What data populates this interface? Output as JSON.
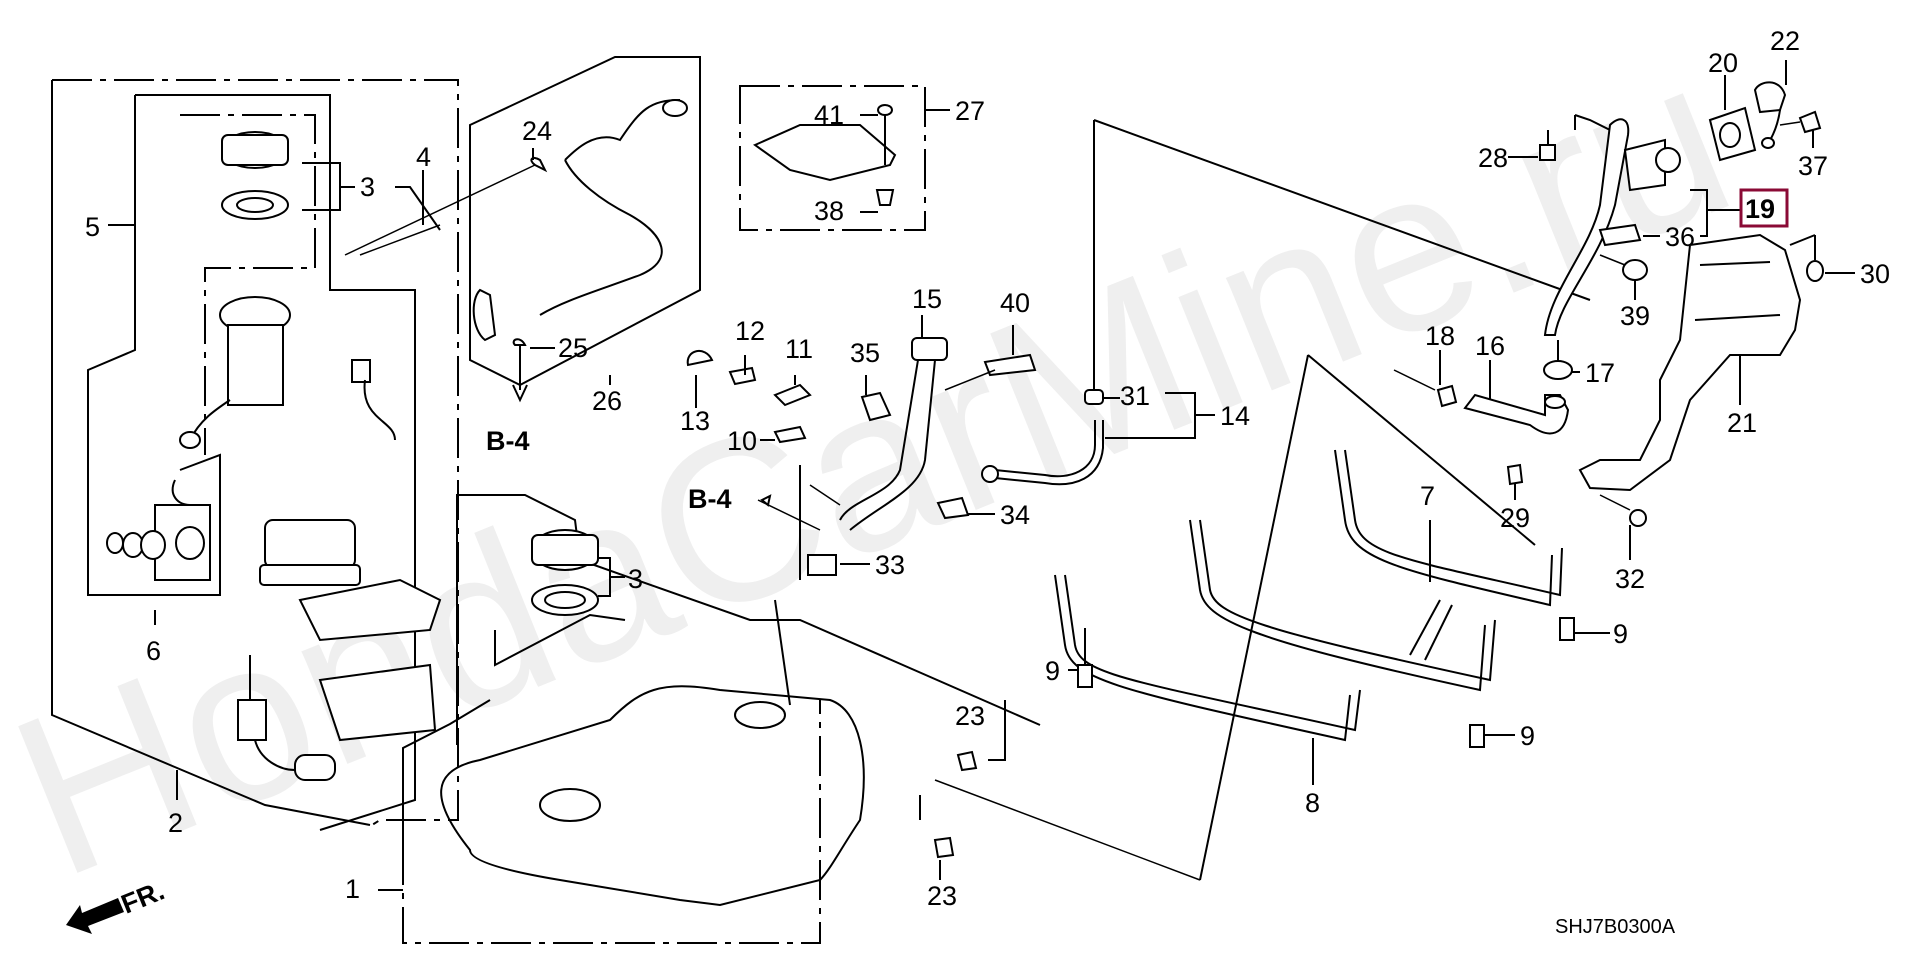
{
  "diagram": {
    "title": "Fuel Tank Assembly Parts Diagram",
    "diagram_code": "SHJ7B0300A",
    "watermark_text": "HondaCarMine.ru",
    "front_indicator": "FR.",
    "section_ref": "B-4",
    "highlight_color": "#8a0a35",
    "highlighted_part": "19",
    "callouts": {
      "p1": "1",
      "p2": "2",
      "p3a": "3",
      "p3b": "3",
      "p4": "4",
      "p5": "5",
      "p6": "6",
      "p7": "7",
      "p8": "8",
      "p9a": "9",
      "p9b": "9",
      "p9c": "9",
      "p10": "10",
      "p11": "11",
      "p12": "12",
      "p13": "13",
      "p14": "14",
      "p15": "15",
      "p16": "16",
      "p17": "17",
      "p18": "18",
      "p19": "19",
      "p20": "20",
      "p21": "21",
      "p22": "22",
      "p23a": "23",
      "p23b": "23",
      "p24": "24",
      "p25": "25",
      "p26": "26",
      "p27": "27",
      "p28": "28",
      "p29": "29",
      "p30": "30",
      "p31": "31",
      "p32": "32",
      "p33": "33",
      "p34": "34",
      "p35": "35",
      "p36": "36",
      "p37": "37",
      "p38": "38",
      "p39": "39",
      "p40": "40",
      "p41": "41",
      "b4a": "B-4",
      "b4b": "B-4"
    }
  }
}
